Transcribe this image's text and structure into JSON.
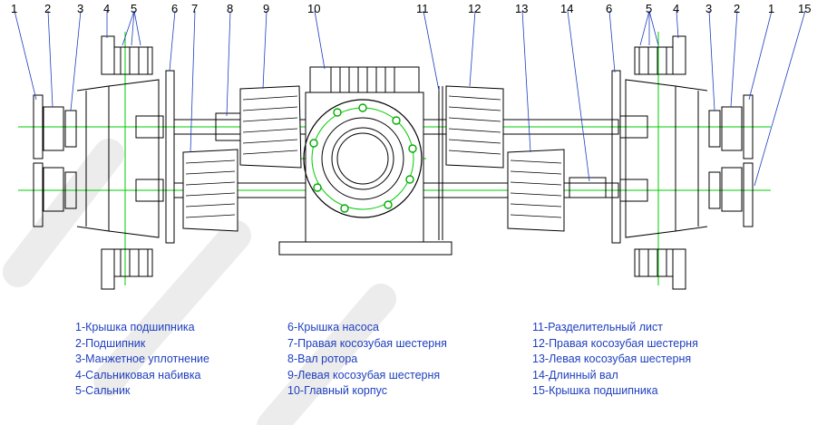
{
  "callouts": [
    "1",
    "2",
    "3",
    "4",
    "5",
    "6",
    "7",
    "8",
    "9",
    "10",
    "11",
    "12",
    "13",
    "14",
    "6",
    "5",
    "4",
    "3",
    "2",
    "1",
    "15"
  ],
  "legend": {
    "col1": [
      "1-Крышка подшипника",
      "2-Подшипник",
      "3-Манжетное уплотнение",
      "4-Сальниковая набивка",
      "5-Сальник"
    ],
    "col2": [
      "6-Крышка насоса",
      "7-Правая косозубая шестерня",
      "8-Вал ротора",
      "9-Левая косозубая шестерня",
      "10-Главный корпус"
    ],
    "col3": [
      "11-Разделительный лист",
      "12-Правая косозубая шестерня",
      "13-Левая косозубая шестерня",
      "14-Длинный вал",
      "15-Крышка подшипника"
    ]
  },
  "colors": {
    "outline": "#000000",
    "centerline": "#00cc00",
    "legend_text": "#1f3fbf",
    "leader": "#1f3fbf",
    "watermark": "#e8e8e8"
  }
}
